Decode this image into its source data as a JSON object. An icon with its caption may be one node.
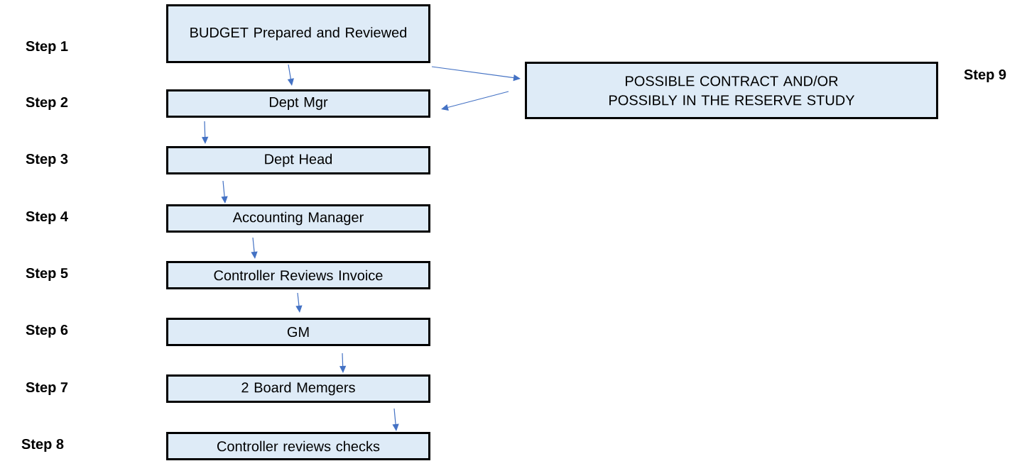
{
  "diagram": {
    "nodes": [
      {
        "text": [
          "BUDGET Prepared and Reviewed"
        ]
      },
      {
        "text": [
          "Dept Mgr"
        ]
      },
      {
        "text": [
          "Dept Head"
        ]
      },
      {
        "text": [
          "Accounting Manager"
        ]
      },
      {
        "text": [
          "Controller Reviews Invoice"
        ]
      },
      {
        "text": [
          "GM"
        ]
      },
      {
        "text": [
          "2 Board Memgers"
        ]
      },
      {
        "text": [
          "Controller reviews checks"
        ]
      },
      {
        "text": [
          "POSSIBLE CONTRACT AND/OR POSSIBLY IN THE RESERVE STUDY"
        ],
        "beside": [
          "Step 9"
        ]
      }
    ],
    "edges": [
      {
        "from": 0,
        "to": 1,
        "arrow": "to"
      },
      {
        "from": 1,
        "to": 2,
        "arrow": "to"
      },
      {
        "from": 2,
        "to": 3,
        "arrow": "to"
      },
      {
        "from": 3,
        "to": 4,
        "arrow": "to"
      },
      {
        "from": 4,
        "to": 5,
        "arrow": "to"
      },
      {
        "from": 5,
        "to": 6,
        "arrow": "to"
      },
      {
        "from": 6,
        "to": 7,
        "arrow": "to"
      },
      {
        "from": 0,
        "to": 8,
        "arrow": "to"
      },
      {
        "from": 8,
        "to": 1,
        "arrow": "to"
      }
    ],
    "labels": [
      "Step 1",
      "Step 2",
      "Step 3",
      "Step 4",
      "Step 5",
      "Step 6",
      "Step 7",
      "Step 8"
    ]
  }
}
